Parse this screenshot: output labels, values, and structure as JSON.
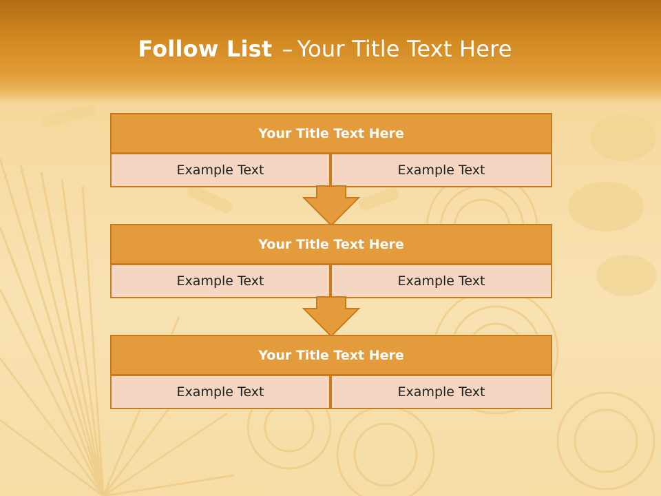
{
  "title": {
    "bold": "Follow List",
    "separator": "–",
    "rest": "Your Title Text Here"
  },
  "blocks": [
    {
      "header": "Your Title Text Here",
      "left": "Example Text",
      "right": "Example Text"
    },
    {
      "header": "Your Title Text Here",
      "left": "Example Text",
      "right": "Example Text"
    },
    {
      "header": "Your Title Text Here",
      "left": "Example Text",
      "right": "Example Text"
    }
  ],
  "colors": {
    "title_bar": "#d28a22",
    "header_fill": "#e49b3c",
    "border": "#c87a1c",
    "cell_fill": "#f5d6c2"
  }
}
